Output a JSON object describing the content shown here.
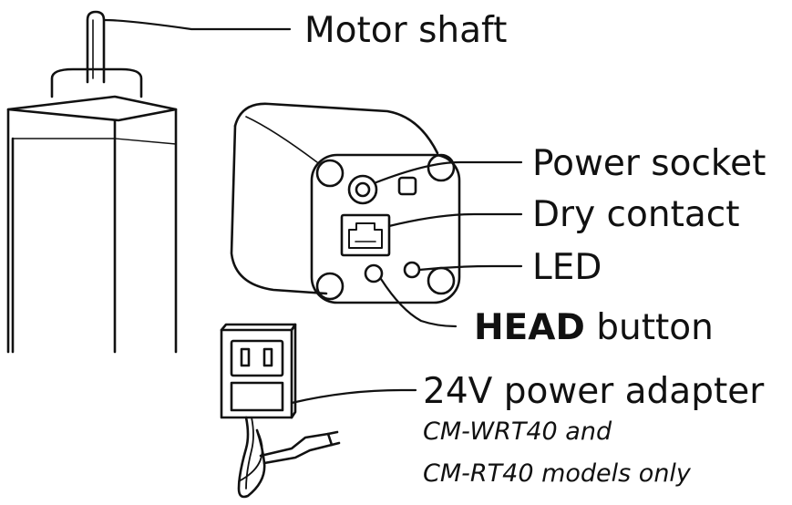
{
  "labels": {
    "motor_shaft": "Motor shaft",
    "power_socket": "Power socket",
    "dry_contact": "Dry contact",
    "led": "LED",
    "head_bold": "HEAD",
    "head_rest": " button",
    "adapter": "24V power adapter",
    "note_line1": "CM-WRT40 and",
    "note_line2": "CM-RT40 models only"
  },
  "colors": {
    "stroke": "#111111",
    "background": "#ffffff"
  }
}
